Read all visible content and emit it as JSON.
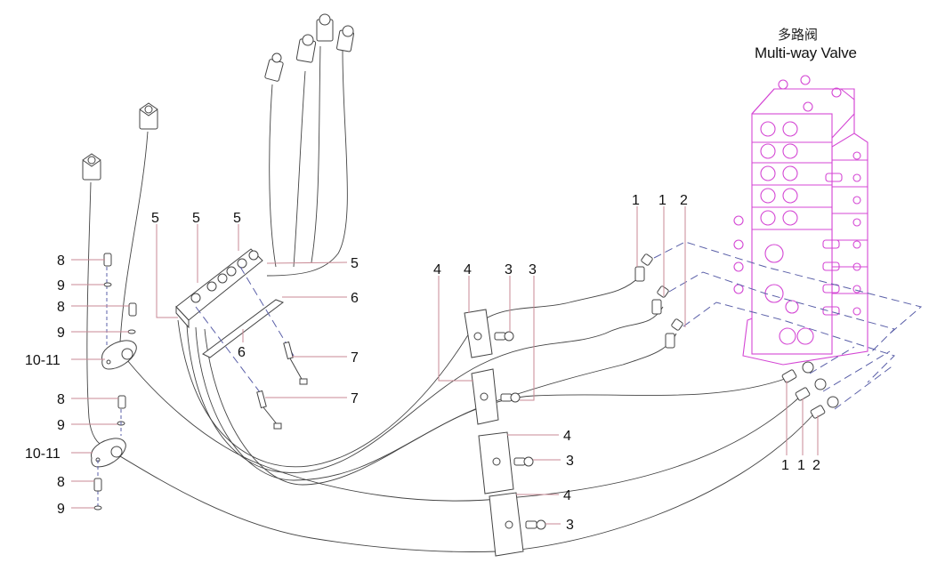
{
  "title": {
    "chinese": "多路阀",
    "english": "Multi-way Valve"
  },
  "colors": {
    "valve": "#d447d4",
    "leader_line": "#c98a95",
    "center_line": "#5a5fa8",
    "line_art": "#444444"
  },
  "callouts": [
    {
      "id": "c-5a",
      "label": "5"
    },
    {
      "id": "c-5b",
      "label": "5"
    },
    {
      "id": "c-5c",
      "label": "5"
    },
    {
      "id": "c-5d",
      "label": "5"
    },
    {
      "id": "c-6a",
      "label": "6"
    },
    {
      "id": "c-6b",
      "label": "6"
    },
    {
      "id": "c-7a",
      "label": "7"
    },
    {
      "id": "c-7b",
      "label": "7"
    },
    {
      "id": "c-8a",
      "label": "8"
    },
    {
      "id": "c-9a",
      "label": "9"
    },
    {
      "id": "c-8b",
      "label": "8"
    },
    {
      "id": "c-9b",
      "label": "9"
    },
    {
      "id": "c-1011a",
      "label": "10-11"
    },
    {
      "id": "c-8c",
      "label": "8"
    },
    {
      "id": "c-9c",
      "label": "9"
    },
    {
      "id": "c-1011b",
      "label": "10-11"
    },
    {
      "id": "c-8d",
      "label": "8"
    },
    {
      "id": "c-9d",
      "label": "9"
    },
    {
      "id": "c-4a",
      "label": "4"
    },
    {
      "id": "c-4b",
      "label": "4"
    },
    {
      "id": "c-3a",
      "label": "3"
    },
    {
      "id": "c-3b",
      "label": "3"
    },
    {
      "id": "c-4c",
      "label": "4"
    },
    {
      "id": "c-3c",
      "label": "3"
    },
    {
      "id": "c-4d",
      "label": "4"
    },
    {
      "id": "c-3d",
      "label": "3"
    },
    {
      "id": "c-1a",
      "label": "1"
    },
    {
      "id": "c-1b",
      "label": "1"
    },
    {
      "id": "c-2a",
      "label": "2"
    },
    {
      "id": "c-1c",
      "label": "1"
    },
    {
      "id": "c-1d",
      "label": "1"
    },
    {
      "id": "c-2b",
      "label": "2"
    }
  ]
}
